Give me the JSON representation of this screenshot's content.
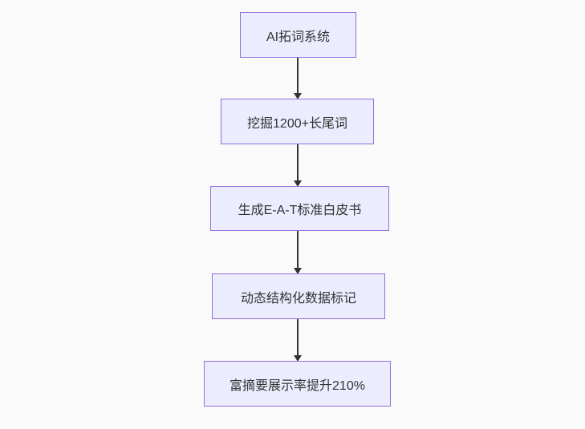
{
  "diagram": {
    "type": "flowchart",
    "direction": "top-down",
    "nodes": [
      {
        "id": "n1",
        "label": "AI拓词系统"
      },
      {
        "id": "n2",
        "label": "挖掘1200+长尾词"
      },
      {
        "id": "n3",
        "label": "生成E-A-T标准白皮书"
      },
      {
        "id": "n4",
        "label": "动态结构化数据标记"
      },
      {
        "id": "n5",
        "label": "富摘要展示率提升210%"
      }
    ],
    "edges": [
      {
        "from": "n1",
        "to": "n2",
        "style": "arrow"
      },
      {
        "from": "n2",
        "to": "n3",
        "style": "arrow"
      },
      {
        "from": "n3",
        "to": "n4",
        "style": "arrow"
      },
      {
        "from": "n4",
        "to": "n5",
        "style": "arrow"
      }
    ],
    "colors": {
      "canvas_background": "#fafafa",
      "node_fill": "#ECECFF",
      "node_border": "#9370DB",
      "node_text": "#333333",
      "arrow": "#333333"
    }
  }
}
